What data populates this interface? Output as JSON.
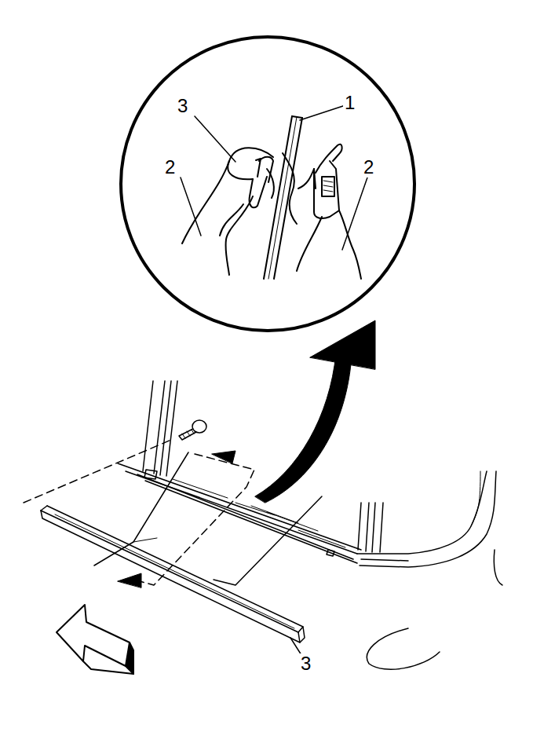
{
  "diagram": {
    "labels": [
      "3",
      "1",
      "2",
      "2",
      "3"
    ]
  }
}
